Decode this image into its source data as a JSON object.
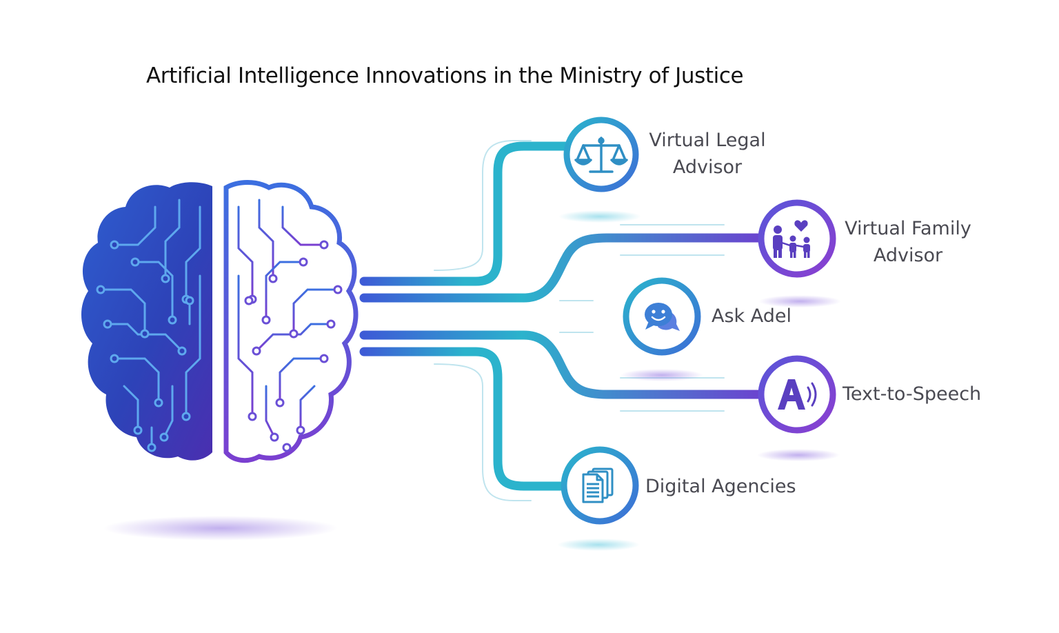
{
  "title": "Artificial Intelligence Innovations in the Ministry of Justice",
  "colors": {
    "teal": "#2bb3cc",
    "blue": "#3d5bd6",
    "purple": "#7a3fd0",
    "brain_dark": "#3a2fb5",
    "title_text": "#111111",
    "label_text": "#4a4a52"
  },
  "nodes": [
    {
      "id": "virtual-legal-advisor",
      "icon": "scales-of-justice-icon",
      "label_lines": [
        "Virtual Legal",
        "Advisor"
      ]
    },
    {
      "id": "virtual-family-advisor",
      "icon": "family-icon",
      "label_lines": [
        "Virtual Family",
        "Advisor"
      ]
    },
    {
      "id": "ask-adel",
      "icon": "chat-bubbles-icon",
      "label_lines": [
        "Ask Adel"
      ]
    },
    {
      "id": "text-to-speech",
      "icon": "text-to-speech-icon",
      "label_lines": [
        "Text-to-Speech"
      ]
    },
    {
      "id": "digital-agencies",
      "icon": "documents-icon",
      "label_lines": [
        "Digital Agencies"
      ]
    }
  ],
  "brain_icon": "circuit-brain-icon"
}
